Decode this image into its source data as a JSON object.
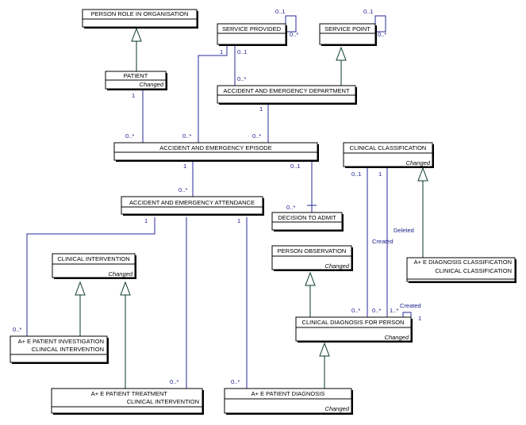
{
  "entities": {
    "person_role": {
      "title": "PERSON ROLE IN ORGANISATION",
      "sub": ""
    },
    "service_provided": {
      "title": "SERVICE PROVIDED",
      "sub": ""
    },
    "service_point": {
      "title": "SERVICE POINT",
      "sub": ""
    },
    "patient": {
      "title": "PATIENT",
      "sub": "Changed"
    },
    "ae_department": {
      "title": "ACCIDENT AND EMERGENCY DEPARTMENT",
      "sub": ""
    },
    "ae_episode": {
      "title": "ACCIDENT AND EMERGENCY EPISODE",
      "sub": ""
    },
    "clinical_classification": {
      "title": "CLINICAL CLASSIFICATION",
      "sub": "Changed"
    },
    "ae_attendance": {
      "title": "ACCIDENT AND EMERGENCY ATTENDANCE",
      "sub": ""
    },
    "decision_to_admit": {
      "title": "DECISION TO ADMIT",
      "sub": ""
    },
    "clinical_intervention": {
      "title": "CLINICAL INTERVENTION",
      "sub": "Changed"
    },
    "person_observation": {
      "title": "PERSON OBSERVATION",
      "sub": "Changed"
    },
    "ae_diag_class": {
      "title": "A+ E DIAGNOSIS CLASSIFICATION",
      "title2": "CLINICAL CLASSIFICATION",
      "sub": ""
    },
    "ae_patient_investigation": {
      "title": "A+ E PATIENT INVESTIGATION",
      "title2": "CLINICAL INTERVENTION",
      "sub": ""
    },
    "clinical_diagnosis": {
      "title": "CLINICAL DIAGNOSIS FOR PERSON",
      "sub": "Changed"
    },
    "ae_patient_treatment": {
      "title": "A+ E PATIENT TREATMENT",
      "title2": "CLINICAL INTERVENTION",
      "sub": ""
    },
    "ae_patient_diagnosis": {
      "title": "A+ E PATIENT DIAGNOSIS",
      "sub": "Changed"
    }
  },
  "cardinalities": {
    "sp_self_top": "0..1",
    "sp_self_bottom": "0..*",
    "spt_self_top": "0..1",
    "spt_self_bottom": "0..*",
    "sp_ep_1": "1",
    "sp_dept_01": "0..1",
    "dept_sp_many": "0..*",
    "patient_1": "1",
    "ep_patient_many": "0..*",
    "ep_sp_many": "0..*",
    "dept_1": "1",
    "ep_dept_many": "0..*",
    "ep_1": "1",
    "att_many": "0..*",
    "ep_01": "0..1",
    "dta_many": "0..*",
    "cc_01": "0..1",
    "cc_1": "1",
    "att_1a": "1",
    "att_1b": "1",
    "inv_many": "0..*",
    "treat_many": "0..*",
    "diag_many": "0..*",
    "cdp_many_a": "0..*",
    "cdp_many_b": "0..*",
    "cdp_many_c": "1..*",
    "cdp_self_1": "1"
  },
  "relationship_labels": {
    "created": "Created",
    "deleted": "Deleted",
    "created_self": "Created"
  }
}
